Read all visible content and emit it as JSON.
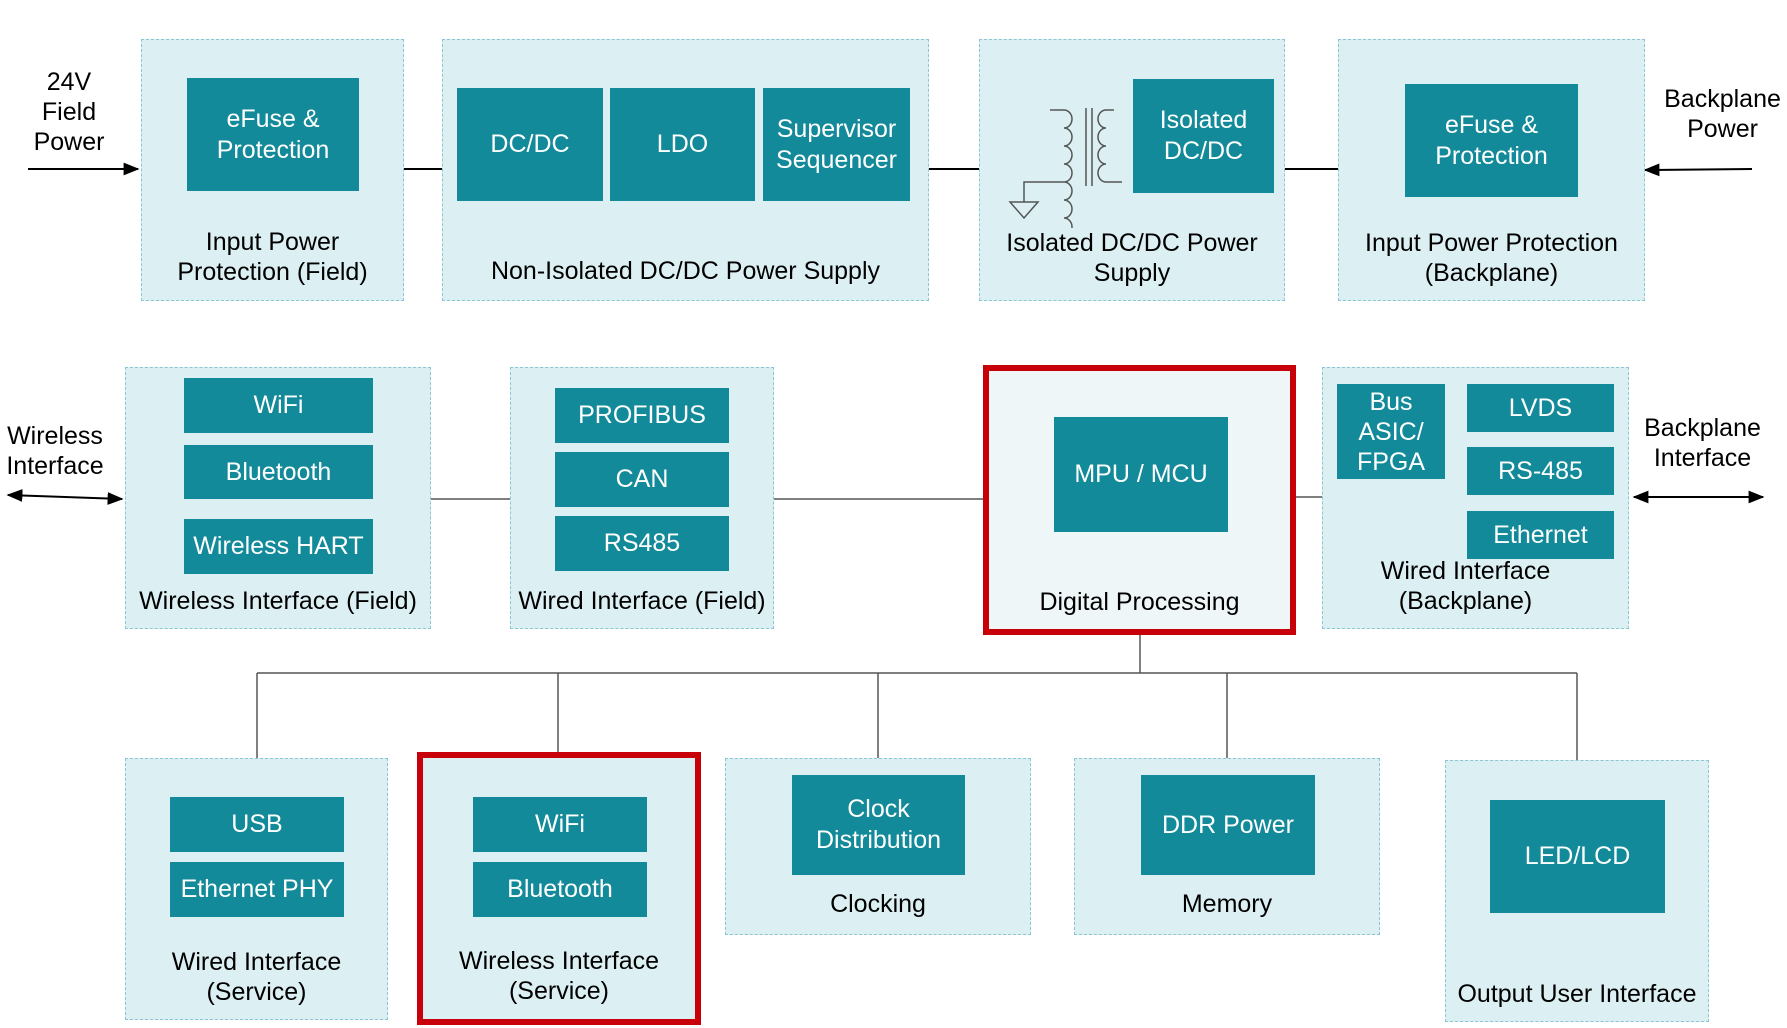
{
  "external": {
    "field_power": "24V\nField\nPower",
    "backplane_power": "Backplane\nPower",
    "wireless_interface": "Wireless\nInterface",
    "backplane_interface": "Backplane\nInterface"
  },
  "input_power_field": {
    "block": "eFuse &\nProtection",
    "caption": "Input Power\nProtection (Field)"
  },
  "non_isolated": {
    "dcdc": "DC/DC",
    "ldo": "LDO",
    "supervisor": "Supervisor\nSequencer",
    "caption": "Non-Isolated DC/DC Power Supply"
  },
  "isolated": {
    "block": "Isolated\nDC/DC",
    "caption": "Isolated DC/DC Power\nSupply"
  },
  "input_power_backplane": {
    "block": "eFuse &\nProtection",
    "caption": "Input Power Protection\n(Backplane)"
  },
  "wireless_field": {
    "wifi": "WiFi",
    "bluetooth": "Bluetooth",
    "hart": "Wireless HART",
    "caption": "Wireless Interface (Field)"
  },
  "wired_field": {
    "profibus": "PROFIBUS",
    "can": "CAN",
    "rs485": "RS485",
    "caption": "Wired Interface (Field)"
  },
  "digital": {
    "block": "MPU / MCU",
    "caption": "Digital Processing"
  },
  "wired_backplane": {
    "asic": "Bus\nASIC/\nFPGA",
    "lvds": "LVDS",
    "rs485": "RS-485",
    "ethernet": "Ethernet",
    "caption": "Wired Interface\n(Backplane)"
  },
  "wired_service": {
    "usb": "USB",
    "ethernet_phy": "Ethernet PHY",
    "caption": "Wired Interface\n(Service)"
  },
  "wireless_service": {
    "wifi": "WiFi",
    "bluetooth": "Bluetooth",
    "caption": "Wireless Interface\n(Service)"
  },
  "clocking": {
    "block": "Clock\nDistribution",
    "caption": "Clocking"
  },
  "memory": {
    "block": "DDR Power",
    "caption": "Memory"
  },
  "output_ui": {
    "block": "LED/LCD",
    "caption": "Output User Interface"
  },
  "colors": {
    "block": "#138a99",
    "group_bg": "#dcf0f4",
    "group_border": "#8cc6d2",
    "highlight": "#c8000a"
  }
}
